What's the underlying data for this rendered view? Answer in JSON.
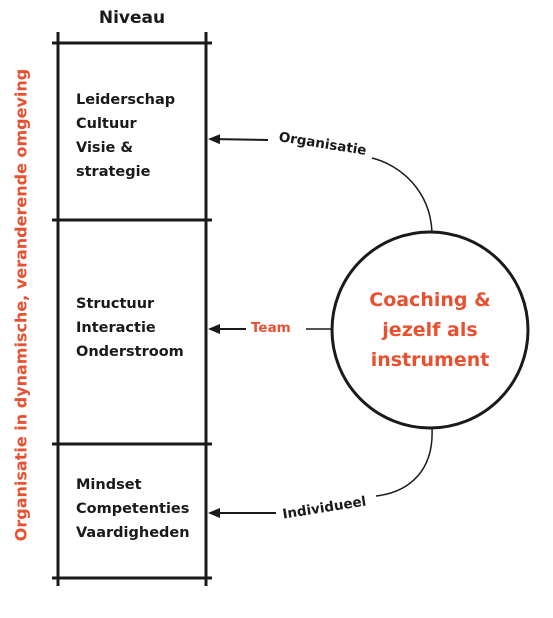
{
  "side_label": "Organisatie in dynamische, veranderende omgeving",
  "column_header": "Niveau",
  "levels": [
    {
      "lines": [
        "Leiderschap",
        "Cultuur",
        "Visie &",
        "strategie"
      ]
    },
    {
      "lines": [
        "Structuur",
        "Interactie",
        "Onderstroom"
      ]
    },
    {
      "lines": [
        "Mindset",
        "Competenties",
        "Vaardigheden"
      ]
    }
  ],
  "arrows": {
    "organisatie": "Organisatie",
    "team": "Team",
    "individueel": "Individueel"
  },
  "center": {
    "lines": [
      "Coaching &",
      "jezelf als",
      "instrument"
    ]
  },
  "colors": {
    "accent": "#e8502f",
    "ink": "#1a1a1a"
  }
}
